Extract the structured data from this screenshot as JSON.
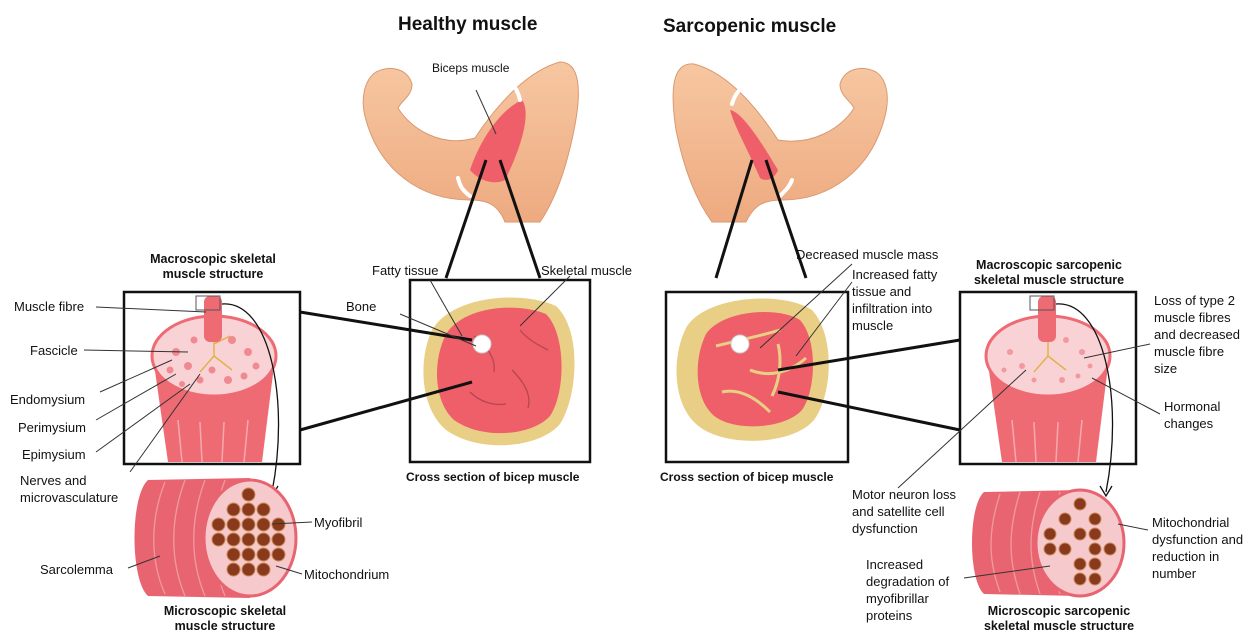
{
  "titles": {
    "healthy": "Healthy muscle",
    "sarcopenic": "Sarcopenic muscle"
  },
  "healthy": {
    "arm_label": "Biceps muscle",
    "macro_title": "Macroscopic skeletal\nmuscle structure",
    "macro_labels": {
      "muscle_fibre": "Muscle fibre",
      "fascicle": "Fascicle",
      "endomysium": "Endomysium",
      "perimysium": "Perimysium",
      "epimysium": "Epimysium",
      "nerves": "Nerves and\nmicrovasculature"
    },
    "cross_labels": {
      "fatty": "Fatty tissue",
      "skeletal": "Skeletal muscle",
      "bone": "Bone"
    },
    "cross_caption": "Cross section of bicep muscle",
    "micro_labels": {
      "myofibril": "Myofibril",
      "mitochondrium": "Mitochondrium",
      "sarcolemma": "Sarcolemma"
    },
    "micro_title": "Microscopic skeletal\nmuscle structure"
  },
  "sarcopenic": {
    "cross_labels": {
      "decreased_mass": "Decreased muscle mass",
      "increased_fat": "Increased fatty\ntissue and\ninfiltration into\nmuscle"
    },
    "cross_caption": "Cross section of bicep muscle",
    "macro_title": "Macroscopic sarcopenic\nskeletal muscle structure",
    "macro_labels": {
      "loss_type2": "Loss of type 2\nmuscle fibres\nand decreased\nmuscle fibre\nsize",
      "hormonal": "Hormonal\nchanges",
      "motor_neuron": "Motor neuron loss\nand satellite cell\ndysfunction"
    },
    "micro_labels": {
      "mito_dysfunction": "Mitochondrial\ndysfunction and\nreduction in\nnumber",
      "degradation": "Increased\ndegradation of\nmyofibrillar\nproteins"
    },
    "micro_title": "Microscopic sarcopenic\nskeletal muscle structure"
  },
  "colors": {
    "skin": "#f3b98e",
    "muscle": "#ee5f6a",
    "muscle_light": "#f6a0a6",
    "fat": "#e9cf86",
    "bundle": "#f6c9cc",
    "mito": "#8a3a1c"
  }
}
